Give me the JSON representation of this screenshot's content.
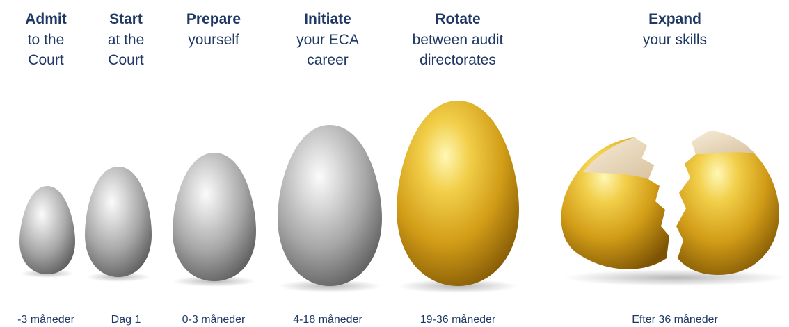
{
  "stages": [
    {
      "title": "Admit",
      "subtitle_line1": "to the",
      "subtitle_line2": "Court",
      "time": "-3 måneder",
      "egg": "silver-egg"
    },
    {
      "title": "Start",
      "subtitle_line1": "at the",
      "subtitle_line2": "Court",
      "time": "Dag 1",
      "egg": "silver-egg"
    },
    {
      "title": "Prepare",
      "subtitle_line1": "yourself",
      "subtitle_line2": "",
      "time": "0-3 måneder",
      "egg": "silver-egg"
    },
    {
      "title": "Initiate",
      "subtitle_line1": "your ECA",
      "subtitle_line2": "career",
      "time": "4-18 måneder",
      "egg": "silver-egg"
    },
    {
      "title": "Rotate",
      "subtitle_line1": "between audit",
      "subtitle_line2": "directorates",
      "time": "19-36 måneder",
      "egg": "gold-egg"
    },
    {
      "title": "Expand",
      "subtitle_line1": "your skills",
      "subtitle_line2": "",
      "time": "Efter 36 måneder",
      "egg": "cracked-gold-egg"
    }
  ],
  "colors": {
    "text": "#1f3864",
    "silver_light": "#f4f4f4",
    "silver_mid": "#a9a9a9",
    "silver_dark": "#5e5e5e",
    "gold_light": "#fff3a8",
    "gold_mid": "#d8a81c",
    "gold_dark": "#8a5f05",
    "shell_inner": "#f2e4cc"
  }
}
